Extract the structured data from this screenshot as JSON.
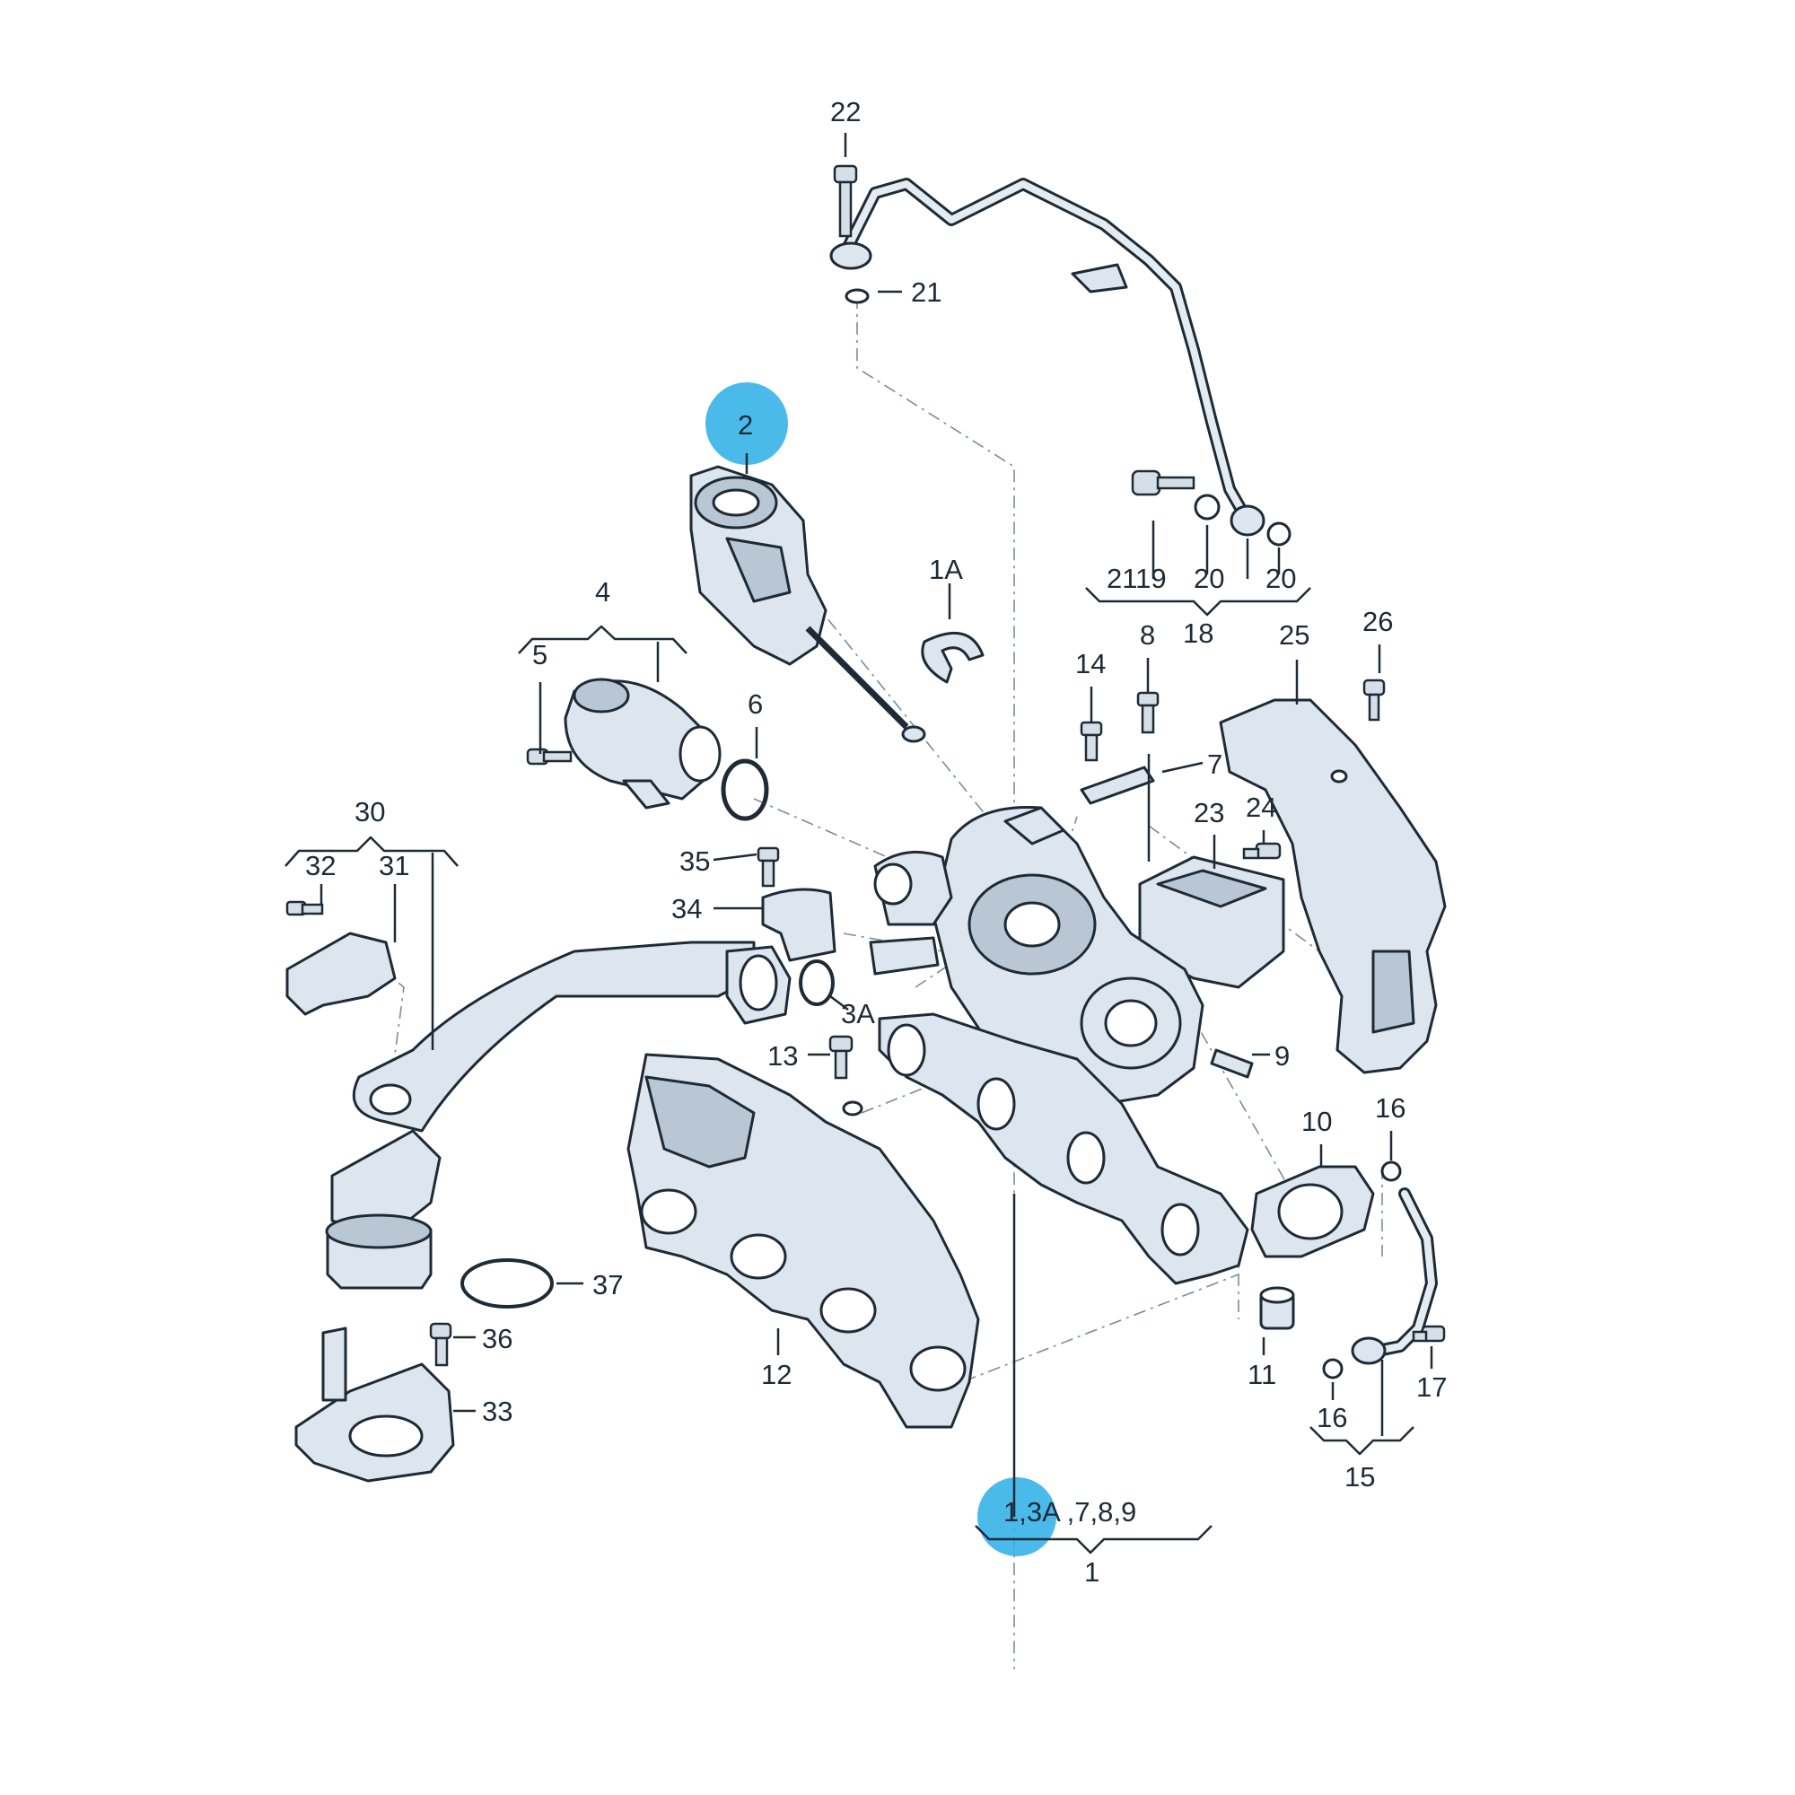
{
  "labels": {
    "l22": "22",
    "l21a": "21",
    "l2": "2",
    "l1A": "1A",
    "l2119": "2119",
    "l20a": "20",
    "l20b": "20",
    "l18": "18",
    "l4": "4",
    "l5": "5",
    "l6": "6",
    "l14": "14",
    "l8": "8",
    "l7": "7",
    "l25": "25",
    "l26": "26",
    "l30": "30",
    "l32": "32",
    "l31": "31",
    "l35": "35",
    "l34": "34",
    "l23": "23",
    "l24": "24",
    "l3A": "3A",
    "l13": "13",
    "l9": "9",
    "l10": "10",
    "l16a": "16",
    "l37": "37",
    "l36": "36",
    "l12": "12",
    "l11": "11",
    "l17": "17",
    "l16b": "16",
    "l15": "15",
    "l33": "33",
    "l1group": "1,3A ,7,8,9",
    "l1": "1"
  },
  "highlight_color": "#2aaee6",
  "line_color": "#1e2a36",
  "part_color": "#dde6ee"
}
